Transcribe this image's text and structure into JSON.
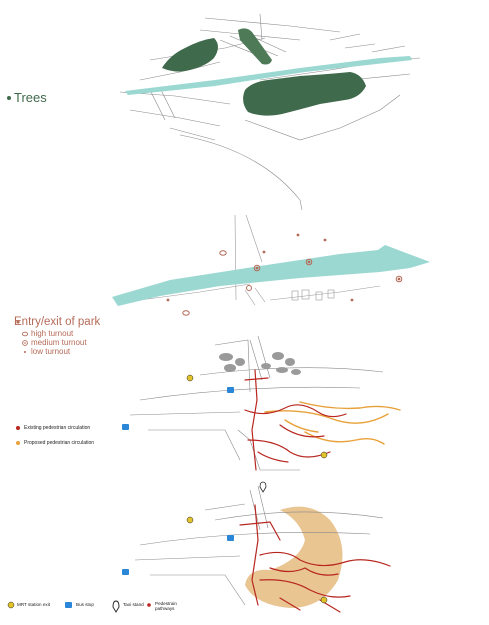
{
  "colors": {
    "trees": "#3f6a4c",
    "river": "#9bd8d2",
    "entry": "#b56a58",
    "existing": "#b8261f",
    "proposed": "#e8a13a",
    "tan": "#e7bf86",
    "mrt": "#e2c32a",
    "bus": "#2a86d6"
  },
  "panels": {
    "trees": {
      "label": "Trees"
    },
    "entry": {
      "title": "Entry/exit of park",
      "items": [
        {
          "symbol": "ring",
          "label": "high turnout"
        },
        {
          "symbol": "ring-dot",
          "label": "medium turnout"
        },
        {
          "symbol": "dot",
          "label": "low turnout"
        }
      ]
    },
    "circulation": {
      "items": [
        {
          "label": "Existing pedestrian circulation",
          "color_key": "existing"
        },
        {
          "label": "Proposed pedestrian circulation",
          "color_key": "proposed"
        }
      ]
    }
  },
  "legend": {
    "items": [
      {
        "icon": "mrt-icon",
        "label": "MRT station exit"
      },
      {
        "icon": "bus-icon",
        "label": "Bus stop"
      },
      {
        "icon": "taxi-icon",
        "label": "Taxi stand"
      },
      {
        "icon": "dot-icon",
        "label": "Pedestrain pathways"
      }
    ]
  }
}
